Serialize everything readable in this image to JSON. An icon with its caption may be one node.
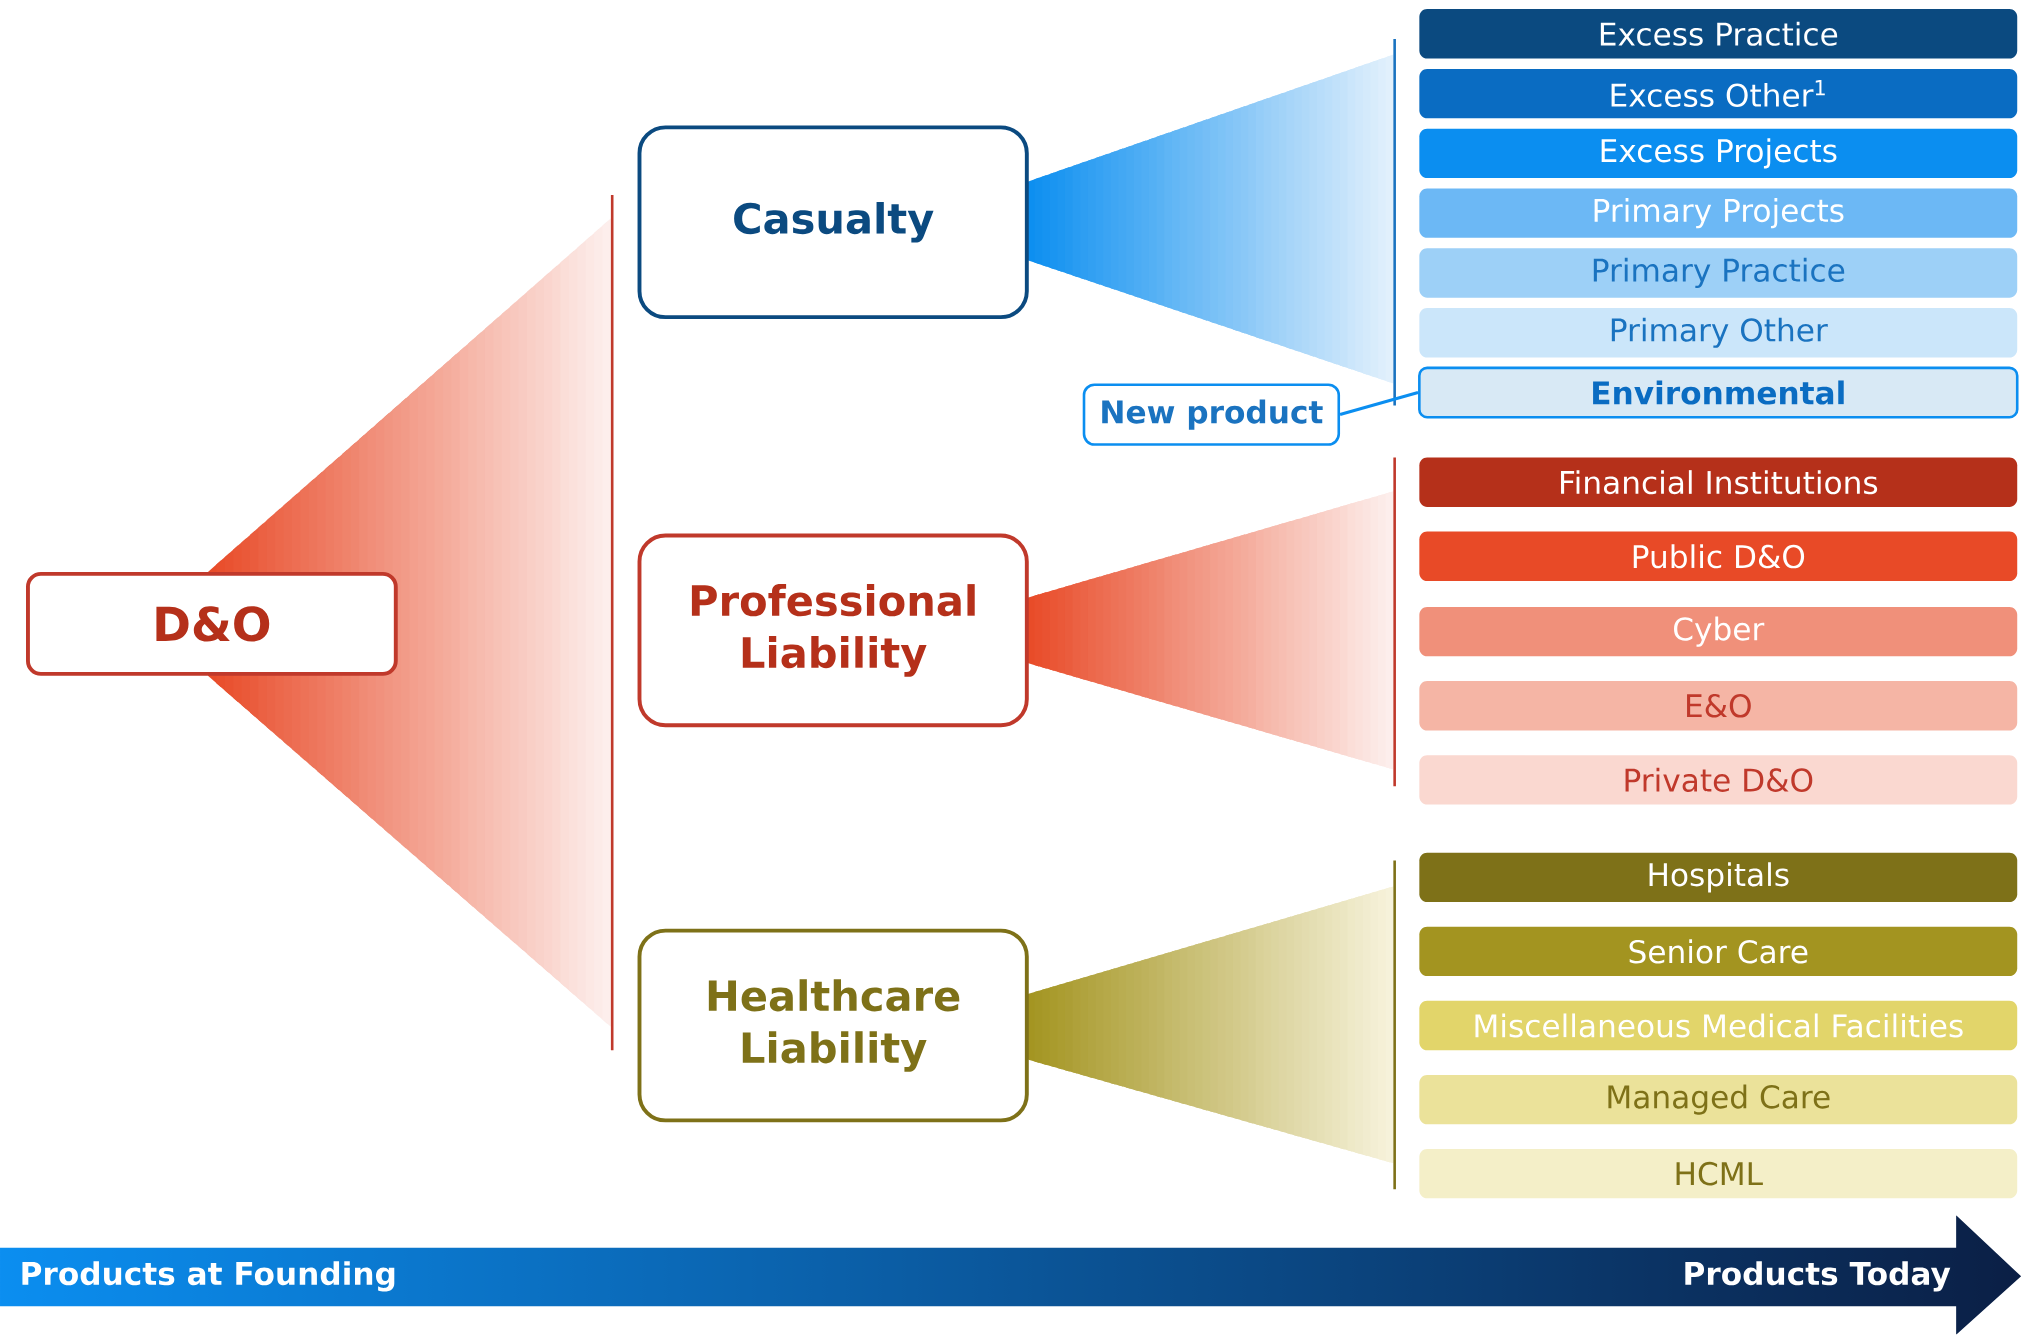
{
  "diagram": {
    "nodes": [
      {
        "text": [
          "D&O"
        ]
      },
      {
        "text": [
          "Casualty"
        ]
      },
      {
        "text": [
          "Professional Liability"
        ]
      },
      {
        "text": [
          "Healthcare Liability"
        ]
      },
      {
        "text": [
          "Excess Practice"
        ]
      },
      {
        "text": [
          "Excess Other$^{1}$"
        ]
      },
      {
        "text": [
          "Excess Projects"
        ]
      },
      {
        "text": [
          "Primary Projects"
        ]
      },
      {
        "text": [
          "Primary Practice"
        ]
      },
      {
        "text": [
          "Primary Other"
        ]
      },
      {
        "text": [
          "Environmental"
        ]
      },
      {
        "text": [
          "New product"
        ]
      },
      {
        "text": [
          "Financial Institutions"
        ]
      },
      {
        "text": [
          "Public D&O"
        ]
      },
      {
        "text": [
          "Cyber"
        ]
      },
      {
        "text": [
          "E&O"
        ]
      },
      {
        "text": [
          "Private D&O"
        ]
      },
      {
        "text": [
          "Hospitals"
        ]
      },
      {
        "text": [
          "Senior Care"
        ]
      },
      {
        "text": [
          "Miscellaneous Medical Facilities"
        ]
      },
      {
        "text": [
          "Managed Care"
        ]
      },
      {
        "text": [
          "HCML"
        ]
      }
    ],
    "edges": [
      {
        "from": 11,
        "to": 10,
        "arrow": "none"
      }
    ],
    "labels": [
      "Products at Founding",
      "Products Today"
    ]
  }
}
